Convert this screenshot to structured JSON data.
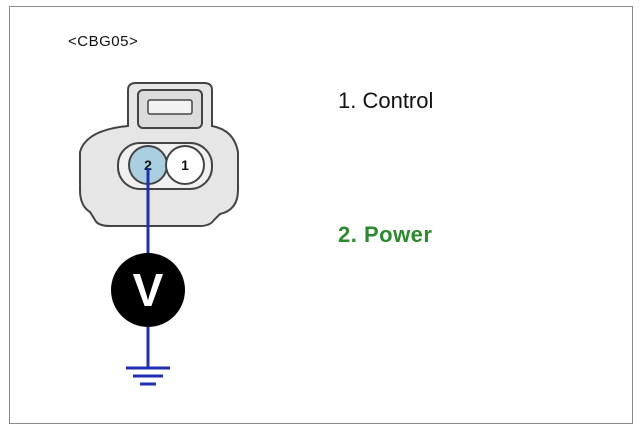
{
  "connector": {
    "id": "<CBG05>",
    "pins": [
      {
        "number": "2",
        "highlighted": true
      },
      {
        "number": "1",
        "highlighted": false
      }
    ]
  },
  "legend": [
    {
      "text": "1. Control",
      "color": "#111111"
    },
    {
      "text": "2. Power",
      "color": "#2b8a2b"
    }
  ],
  "meter": {
    "symbol": "V",
    "icon": "voltmeter-icon"
  },
  "ground": {
    "icon": "ground-symbol-icon"
  },
  "colors": {
    "wire": "#1f2fb3",
    "pin_highlight": "#a9cfe0",
    "connector_fill": "#e6e6e6",
    "connector_stroke": "#444444",
    "meter_fill": "#000000",
    "meter_text": "#ffffff"
  }
}
